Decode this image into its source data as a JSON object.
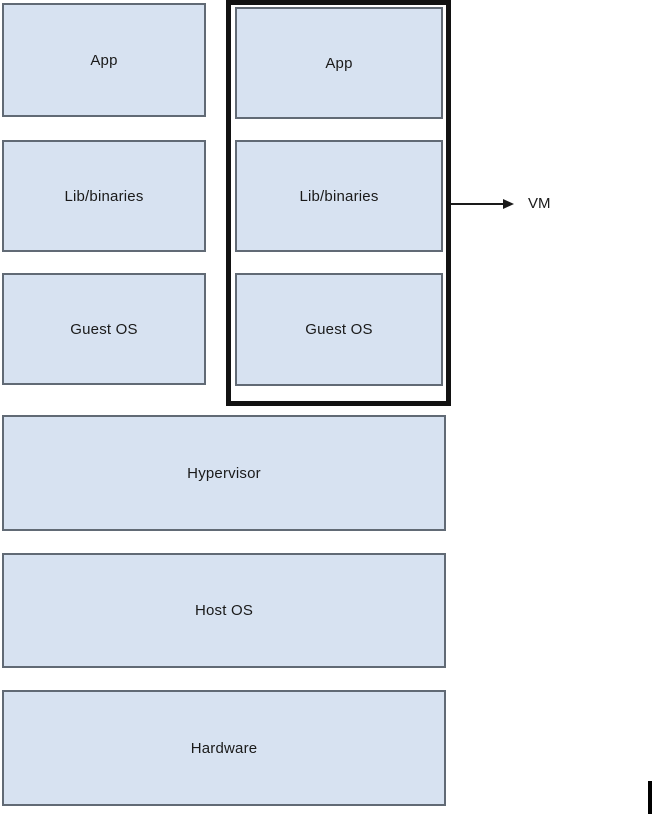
{
  "diagram": {
    "left_stack": {
      "boxes": [
        {
          "label": "App"
        },
        {
          "label": "Lib/binaries"
        },
        {
          "label": "Guest OS"
        }
      ]
    },
    "vm_group": {
      "boxes": [
        {
          "label": "App"
        },
        {
          "label": "Lib/binaries"
        },
        {
          "label": "Guest OS"
        }
      ],
      "callout_label": "VM"
    },
    "base_layers": [
      {
        "label": "Hypervisor"
      },
      {
        "label": "Host OS"
      },
      {
        "label": "Hardware"
      }
    ],
    "colors": {
      "box_fill": "#d7e2f1",
      "box_border": "#616a75",
      "vm_group_border": "#121212",
      "arrow": "#1a1a1a",
      "text": "#1a1a1a",
      "background": "#ffffff",
      "cursor_bar": "#000000"
    }
  }
}
